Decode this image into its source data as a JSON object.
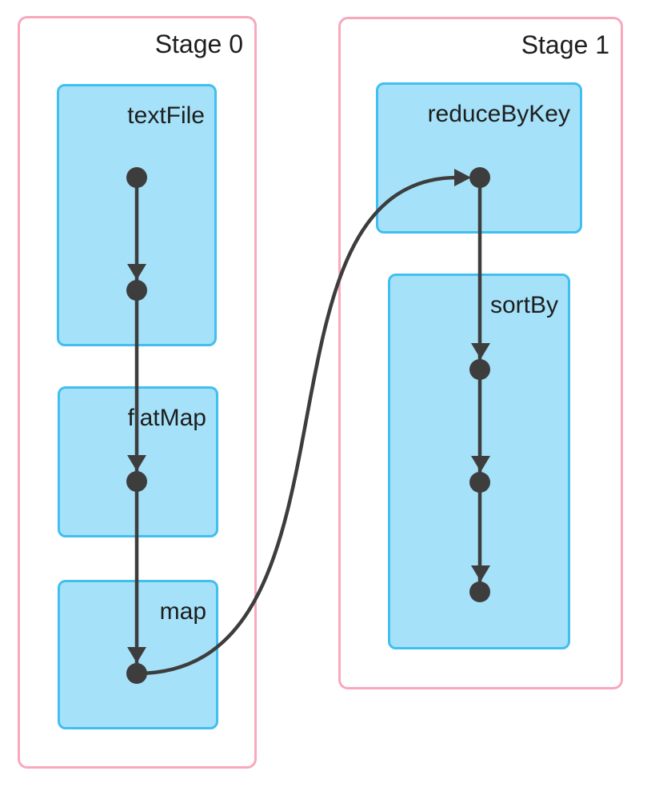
{
  "diagram": {
    "type": "spark-dag-visualization",
    "stages": [
      {
        "label": "Stage 0",
        "nodes": [
          {
            "label": "textFile",
            "dot_count": 2
          },
          {
            "label": "flatMap",
            "dot_count": 1
          },
          {
            "label": "map",
            "dot_count": 1
          }
        ]
      },
      {
        "label": "Stage 1",
        "nodes": [
          {
            "label": "reduceByKey",
            "dot_count": 1
          },
          {
            "label": "sortBy",
            "dot_count": 3
          }
        ]
      }
    ],
    "edges": [
      {
        "from": "textFile",
        "to": "textFile",
        "style": "straight-down"
      },
      {
        "from": "textFile",
        "to": "flatMap",
        "style": "straight-down"
      },
      {
        "from": "flatMap",
        "to": "map",
        "style": "straight-down"
      },
      {
        "from": "map",
        "to": "reduceByKey",
        "style": "s-curve-cross-stage"
      },
      {
        "from": "reduceByKey",
        "to": "sortBy",
        "style": "straight-down"
      },
      {
        "from": "sortBy",
        "to": "sortBy",
        "style": "straight-down"
      },
      {
        "from": "sortBy",
        "to": "sortBy",
        "style": "straight-down"
      }
    ],
    "colors": {
      "stage_border": "#F9A8BC",
      "node_fill": "#A5E1F8",
      "node_border": "#41BFF0",
      "edge_ink": "#3D3D3D",
      "text": "#1E1E1E",
      "background": "#FFFFFF"
    }
  }
}
